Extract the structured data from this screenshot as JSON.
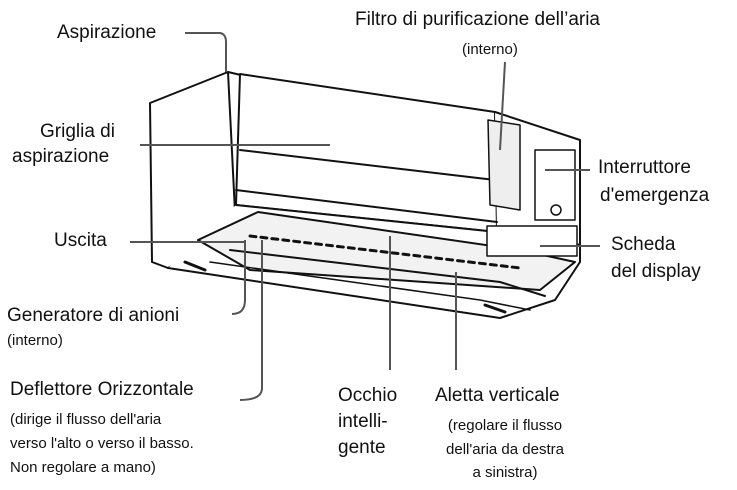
{
  "labels": {
    "aspirazione": "Aspirazione",
    "filtro_line1": "Filtro di purificazione dell’aria",
    "filtro_line2": "(interno)",
    "griglia_line1": "Griglia di",
    "griglia_line2": "aspirazione",
    "interruttore_line1": "Interruttore",
    "interruttore_line2": "d'emergenza",
    "uscita": "Uscita",
    "scheda_line1": "Scheda",
    "scheda_line2": "del display",
    "generatore_line1": "Generatore di anioni",
    "generatore_line2": "(interno)",
    "deflettore_title": "Deflettore Orizzontale",
    "deflettore_note1": "(dirige il flusso dell'aria",
    "deflettore_note2": "verso l'alto o verso il basso.",
    "deflettore_note3": "Non regolare a mano)",
    "occhio_line1": "Occhio",
    "occhio_line2": "intelli-",
    "occhio_line3": "gente",
    "aletta_title": "Aletta verticale",
    "aletta_note1": "(regolare il flusso",
    "aletta_note2": "dell'aria da destra",
    "aletta_note3": "a sinistra)"
  },
  "colors": {
    "line": "#111111",
    "leader": "#555555",
    "body": "#ffffff"
  }
}
